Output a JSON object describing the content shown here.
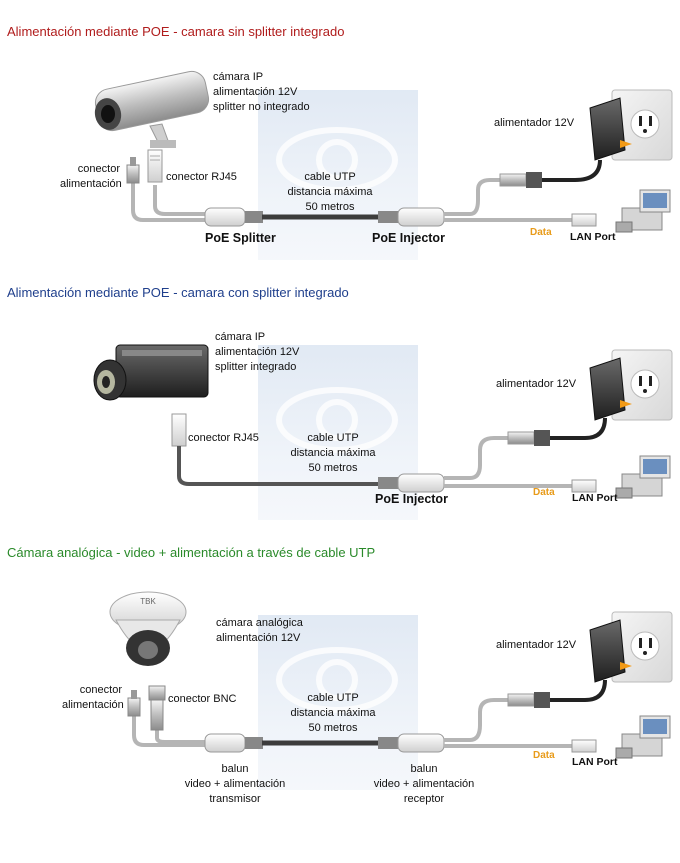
{
  "sections": [
    {
      "title": "Alimentación mediante POE - camara sin splitter integrado",
      "title_color": "#b01c1c",
      "camera_lines": [
        "cámara IP",
        "alimentación 12V",
        "splitter no integrado"
      ],
      "power_connector_lines": [
        "conector",
        "alimentación"
      ],
      "rj45_label": "conector RJ45",
      "cable_lines": [
        "cable UTP",
        "distancia máxima",
        "50 metros"
      ],
      "splitter_label": "PoE Splitter",
      "injector_label": "PoE Injector",
      "adapter_label": "alimentador 12V",
      "data_label": "Data",
      "lan_label": "LAN Port"
    },
    {
      "title": "Alimentación mediante POE - camara con splitter integrado",
      "title_color": "#1f3f8c",
      "camera_lines": [
        "cámara IP",
        "alimentación 12V",
        "splitter integrado"
      ],
      "rj45_label": "conector RJ45",
      "cable_lines": [
        "cable UTP",
        "distancia máxima",
        "50 metros"
      ],
      "injector_label": "PoE Injector",
      "adapter_label": "alimentador 12V",
      "data_label": "Data",
      "lan_label": "LAN Port"
    },
    {
      "title": "Cámara analógica - video + alimentación a través de cable UTP",
      "title_color": "#2a8a2a",
      "camera_lines": [
        "cámara analógica",
        "alimentación 12V"
      ],
      "camera_brand": "TBK",
      "power_connector_lines": [
        "conector",
        "alimentación"
      ],
      "bnc_label": "conector BNC",
      "cable_lines": [
        "cable UTP",
        "distancia máxima",
        "50 metros"
      ],
      "balun_tx_lines": [
        "balun",
        "video + alimentación",
        "transmisor"
      ],
      "balun_rx_lines": [
        "balun",
        "video + alimentación",
        "receptor"
      ],
      "adapter_label": "alimentador 12V",
      "data_label": "Data",
      "lan_label": "LAN Port"
    }
  ]
}
